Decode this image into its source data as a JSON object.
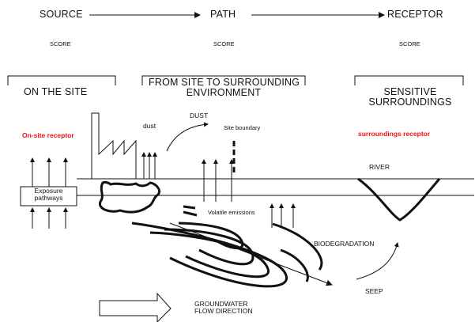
{
  "flow": {
    "source": "SOURCE",
    "path": "PATH",
    "receptor": "RECEPTOR"
  },
  "scores": {
    "source": "SCORE",
    "path": "SCORE",
    "receptor": "SCORE"
  },
  "sections": {
    "on_site": "ON THE SITE",
    "from_site_line1": "FROM SITE TO SURROUNDING",
    "from_site_line2": "ENVIRONMENT",
    "sensitive_line1": "SENSITIVE",
    "sensitive_line2": "SURROUNDINGS"
  },
  "labels": {
    "on_site_receptor": "On-site  receptor",
    "surroundings_receptor": "surroundings  receptor",
    "dust_small": "dust",
    "dust_caps": "DUST",
    "site_boundary": "Site boundary",
    "river": "RIVER",
    "exposure_line1": "Exposure",
    "exposure_line2": "pathways",
    "volatile": "Volatile emissions",
    "biodegradation": "BIODEGRADATION",
    "seep": "SEEP",
    "groundwater_line1": "GROUNDWATER",
    "groundwater_line2": "FLOW DIRECTION"
  },
  "colors": {
    "receptor_red": "#e8141b",
    "ink": "#111111"
  }
}
